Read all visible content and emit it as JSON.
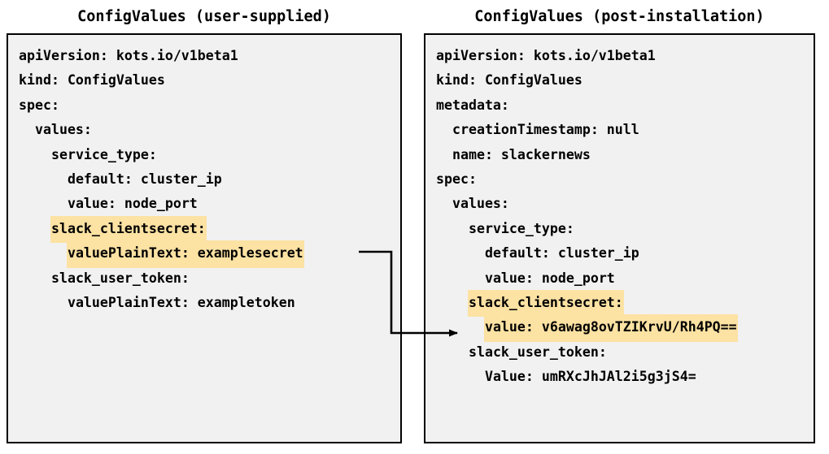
{
  "panels": {
    "left": {
      "title": "ConfigValues (user-supplied)",
      "lines": [
        {
          "text": "apiVersion: kots.io/v1beta1",
          "highlight": false
        },
        {
          "text": "kind: ConfigValues",
          "highlight": false
        },
        {
          "text": "spec:",
          "highlight": false
        },
        {
          "text": "  values:",
          "highlight": false
        },
        {
          "text": "    service_type:",
          "highlight": false
        },
        {
          "text": "      default: cluster_ip",
          "highlight": false
        },
        {
          "text": "      value: node_port",
          "highlight": false
        },
        {
          "text": "    slack_clientsecret:",
          "highlight": true
        },
        {
          "text": "      valuePlainText: examplesecret",
          "highlight": true
        },
        {
          "text": "    slack_user_token:",
          "highlight": false
        },
        {
          "text": "      valuePlainText: exampletoken",
          "highlight": false
        }
      ]
    },
    "right": {
      "title": "ConfigValues (post-installation)",
      "lines": [
        {
          "text": "apiVersion: kots.io/v1beta1",
          "highlight": false
        },
        {
          "text": "kind: ConfigValues",
          "highlight": false
        },
        {
          "text": "metadata:",
          "highlight": false
        },
        {
          "text": "  creationTimestamp: null",
          "highlight": false
        },
        {
          "text": "  name: slackernews",
          "highlight": false
        },
        {
          "text": "spec:",
          "highlight": false
        },
        {
          "text": "  values:",
          "highlight": false
        },
        {
          "text": "    service_type:",
          "highlight": false
        },
        {
          "text": "      default: cluster_ip",
          "highlight": false
        },
        {
          "text": "      value: node_port",
          "highlight": false
        },
        {
          "text": "    slack_clientsecret:",
          "highlight": true
        },
        {
          "text": "      value: v6awag8ovTZIKrvU/Rh4PQ==",
          "highlight": true
        },
        {
          "text": "    slack_user_token:",
          "highlight": false
        },
        {
          "text": "      Value: umRXcJhJAl2i5g3jS4=",
          "highlight": false
        }
      ]
    }
  },
  "connector": {
    "label": "transform-arrow",
    "from_field": "valuePlainText: examplesecret",
    "to_field": "value: v6awag8ovTZIKrvU/Rh4PQ=="
  },
  "colors": {
    "highlight": "#fce2a3",
    "panel_background": "#f1f1f1",
    "border": "#000000",
    "text": "#000000",
    "page_background": "#ffffff"
  }
}
